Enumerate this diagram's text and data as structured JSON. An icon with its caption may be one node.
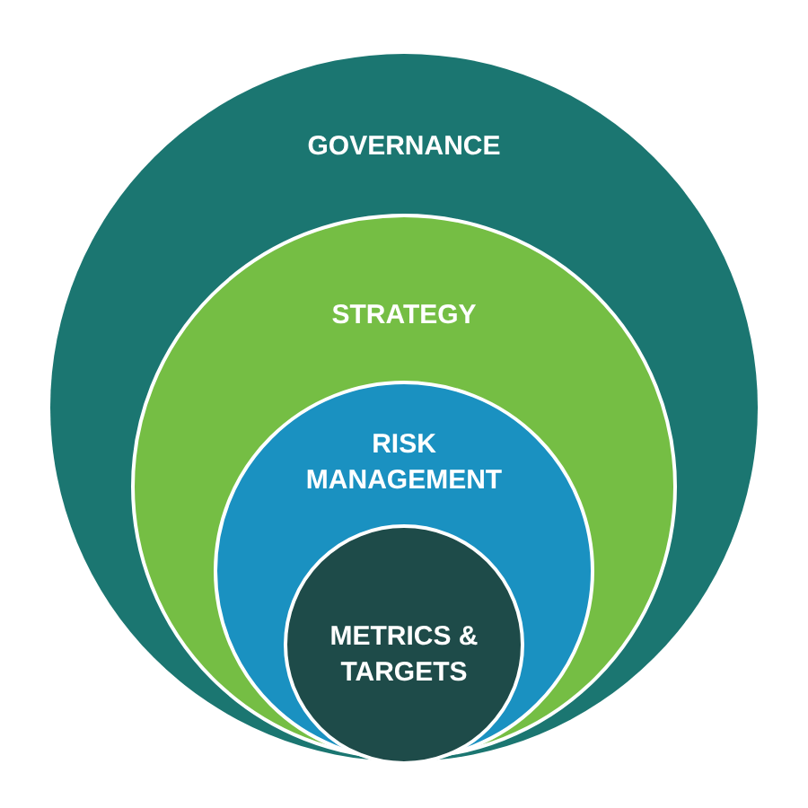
{
  "diagram": {
    "nodes": [
      {
        "text": [
          "GOVERNANCE"
        ]
      },
      {
        "text": [
          "STRATEGY"
        ],
        "in": 0
      },
      {
        "text": [
          "RISK MANAGEMENT"
        ],
        "in": 1
      },
      {
        "text": [
          "METRICS & TARGETS"
        ],
        "in": 2
      }
    ]
  }
}
